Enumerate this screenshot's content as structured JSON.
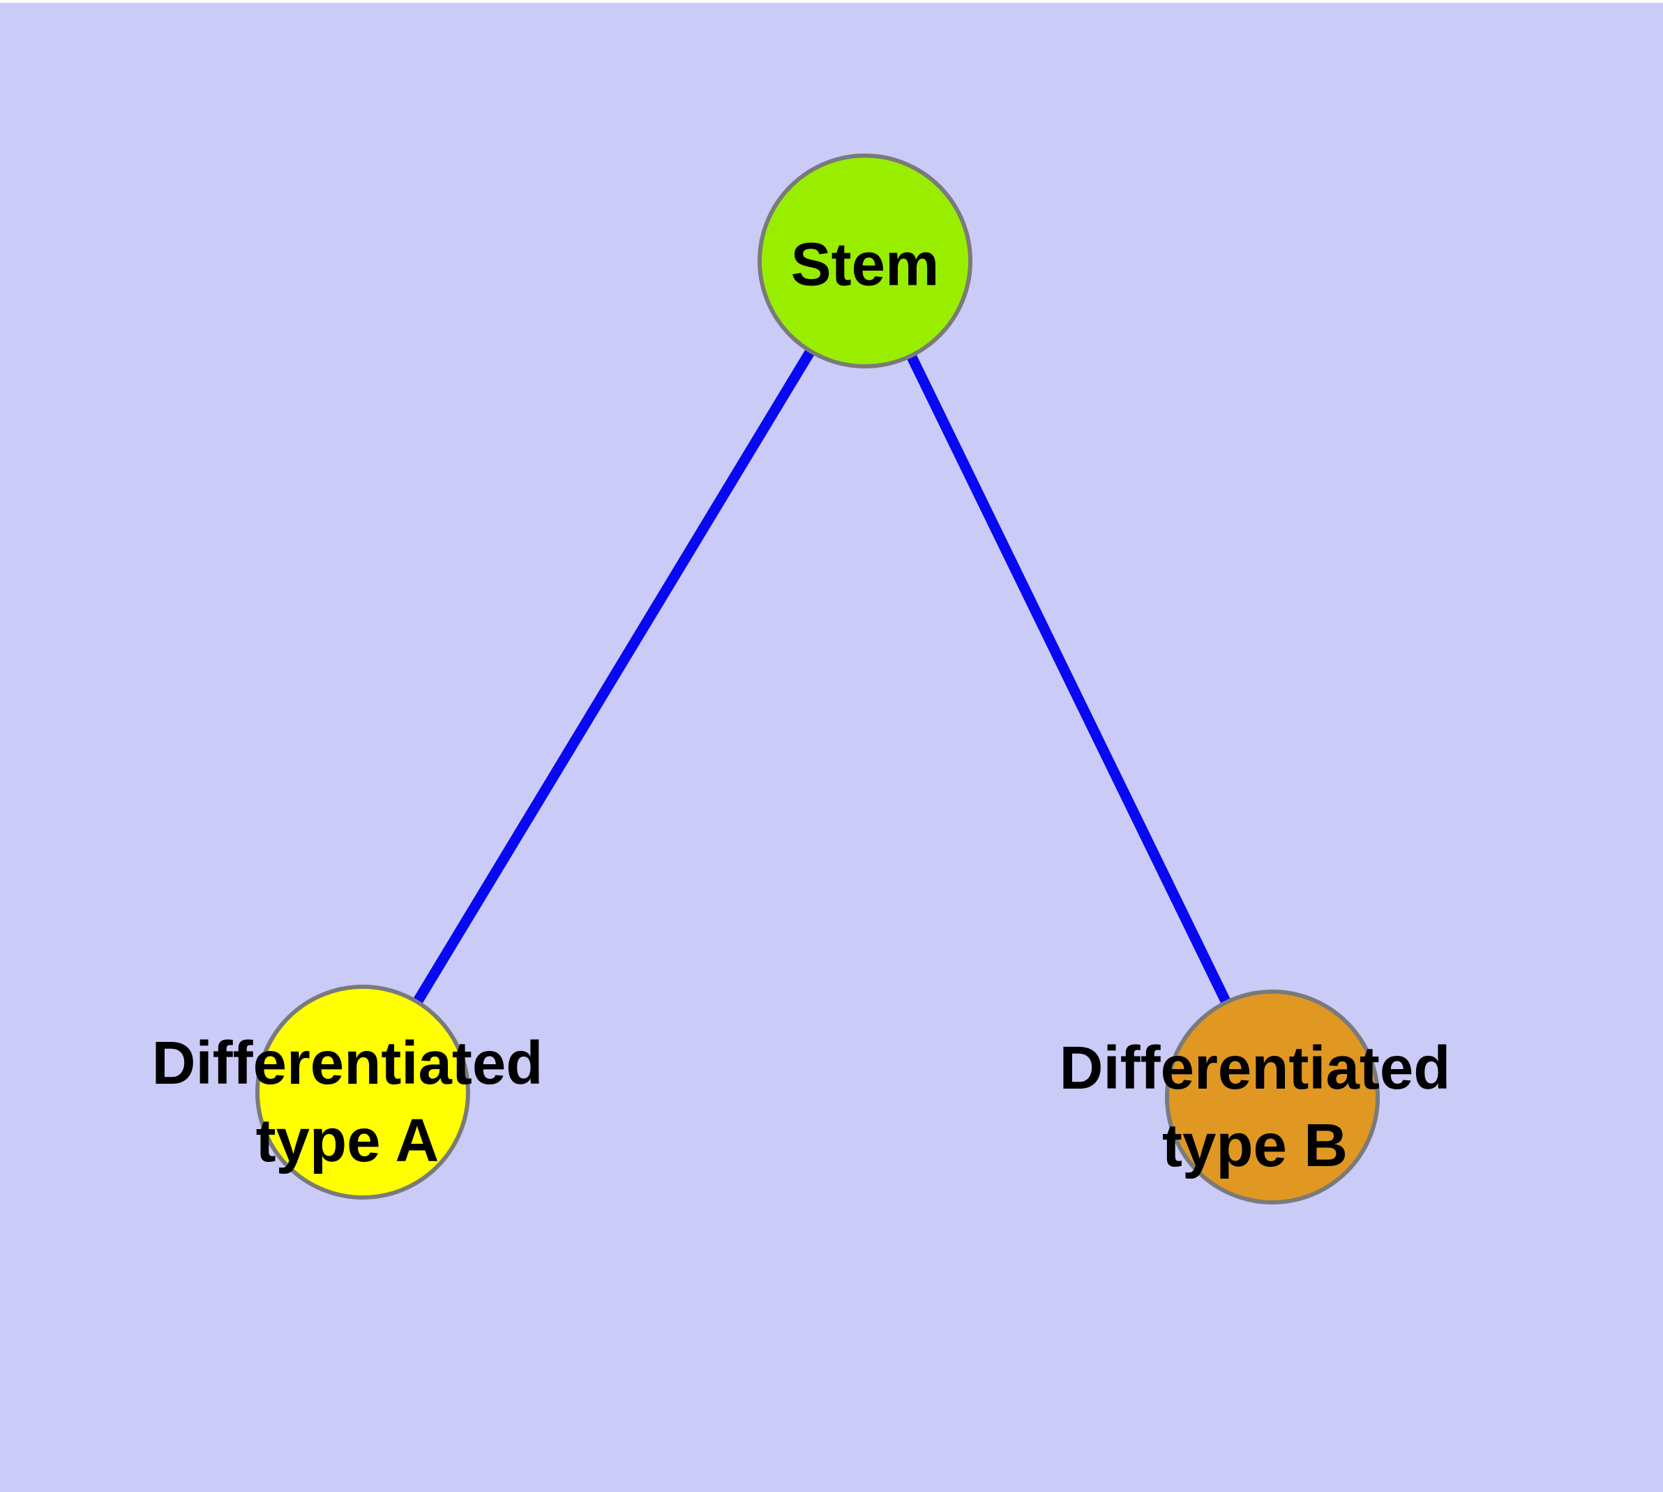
{
  "diagram": {
    "type": "node-link-graph",
    "nodes": [
      {
        "id": "stem",
        "label": "Stem",
        "fill": "#99EE00"
      },
      {
        "id": "type-a",
        "label": "Differentiated\ntype A",
        "fill": "#FFFF00"
      },
      {
        "id": "type-b",
        "label": "Differentiated\ntype B",
        "fill": "#E09822"
      }
    ],
    "edges": [
      {
        "from": "stem",
        "to": "type-a"
      },
      {
        "from": "stem",
        "to": "type-b"
      }
    ],
    "style": {
      "background": "#CBCBF7",
      "top_margin": "#FFFFFF",
      "edge_color": "#0808F2",
      "node_border_color": "#7A7A7A",
      "label_color": "#000000"
    }
  }
}
